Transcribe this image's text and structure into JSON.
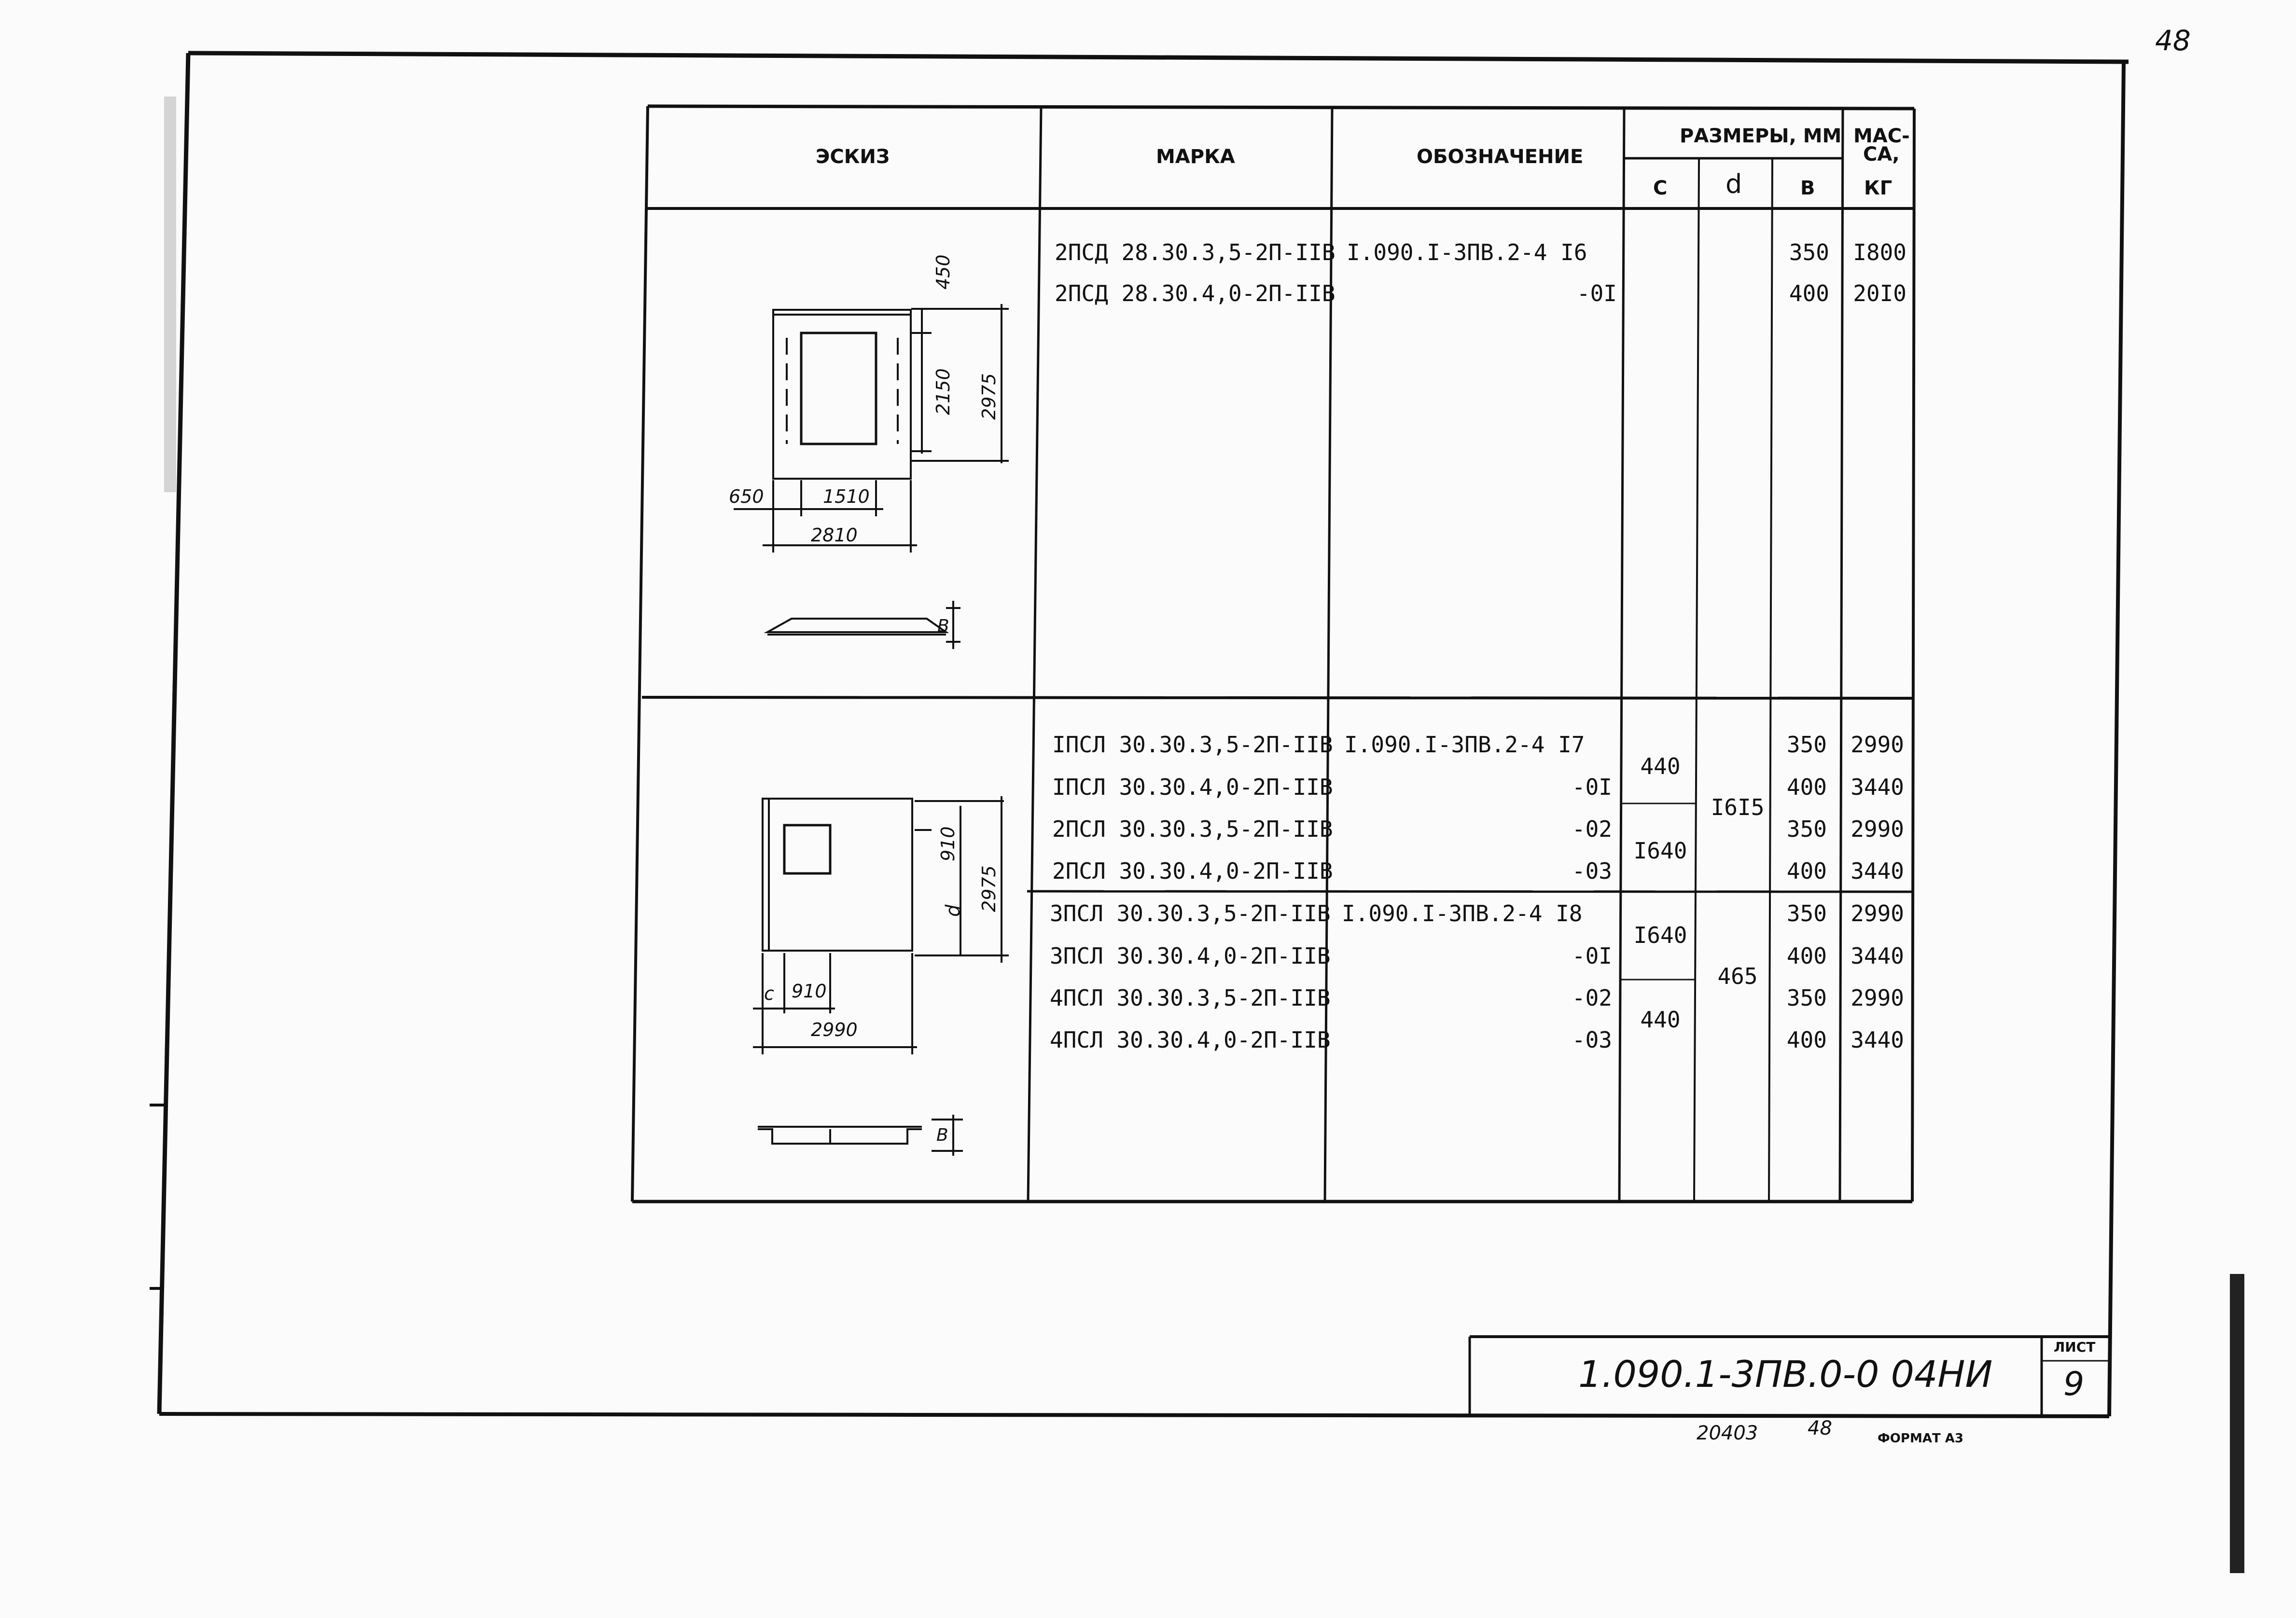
{
  "page_number_handwritten": "48",
  "table": {
    "headers": {
      "sketch": "ЭСКИЗ",
      "mark": "МАРКА",
      "designation": "ОБОЗНАЧЕНИЕ",
      "sizes": "РАЗМЕРЫ, ММ",
      "mass_top": "МАС-",
      "mass_mid": "СА,",
      "mass_unit": "КГ",
      "col_c": "С",
      "col_d": "d",
      "col_b": "В"
    },
    "group1": {
      "rows": [
        {
          "mark": "2ПСД 28.30.3,5-2П-IIВ",
          "designation": "I.090.I-3ПВ.2-4 I6",
          "b": "350",
          "mass": "I800"
        },
        {
          "mark": "2ПСД 28.30.4,0-2П-IIВ",
          "designation": "-0I",
          "b": "400",
          "mass": "20I0"
        }
      ],
      "sketch_dims": {
        "top": "450",
        "mid": "2150",
        "total_h": "2975",
        "left": "650",
        "inner": "1510",
        "total_w": "2810",
        "b": "В"
      }
    },
    "group2": {
      "rows": [
        {
          "mark": "IПСЛ 30.30.3,5-2П-IIВ",
          "designation": "I.090.I-3ПВ.2-4 I7",
          "b": "350",
          "mass": "2990"
        },
        {
          "mark": "IПСЛ 30.30.4,0-2П-IIВ",
          "designation": "-0I",
          "b": "400",
          "mass": "3440"
        },
        {
          "mark": "2ПСЛ 30.30.3,5-2П-IIВ",
          "designation": "-02",
          "b": "350",
          "mass": "2990"
        },
        {
          "mark": "2ПСЛ 30.30.4,0-2П-IIВ",
          "designation": "-03",
          "b": "400",
          "mass": "3440"
        },
        {
          "mark": "3ПСЛ 30.30.3,5-2П-IIВ",
          "designation": "I.090.I-3ПВ.2-4 I8",
          "b": "350",
          "mass": "2990"
        },
        {
          "mark": "3ПСЛ 30.30.4,0-2П-IIВ",
          "designation": "-0I",
          "b": "400",
          "mass": "3440"
        },
        {
          "mark": "4ПСЛ 30.30.3,5-2П-IIВ",
          "designation": "-02",
          "b": "350",
          "mass": "2990"
        },
        {
          "mark": "4ПСЛ 30.30.4,0-2П-IIВ",
          "designation": "-03",
          "b": "400",
          "mass": "3440"
        }
      ],
      "c_values": [
        "440",
        "I640",
        "I640",
        "440"
      ],
      "d_values": [
        "I6I5",
        "465"
      ],
      "sketch_dims": {
        "window": "910",
        "d": "d",
        "total_h": "2975",
        "c": "c",
        "inner": "910",
        "total_w": "2990",
        "b": "В"
      }
    }
  },
  "title_block": {
    "code": "1.090.1-3ПВ.0-0 04НИ",
    "sheet_label": "ЛИСТ",
    "sheet_no": "9"
  },
  "footer": {
    "inv": "20403",
    "page": "48",
    "format": "ФОРМАТ А3"
  }
}
